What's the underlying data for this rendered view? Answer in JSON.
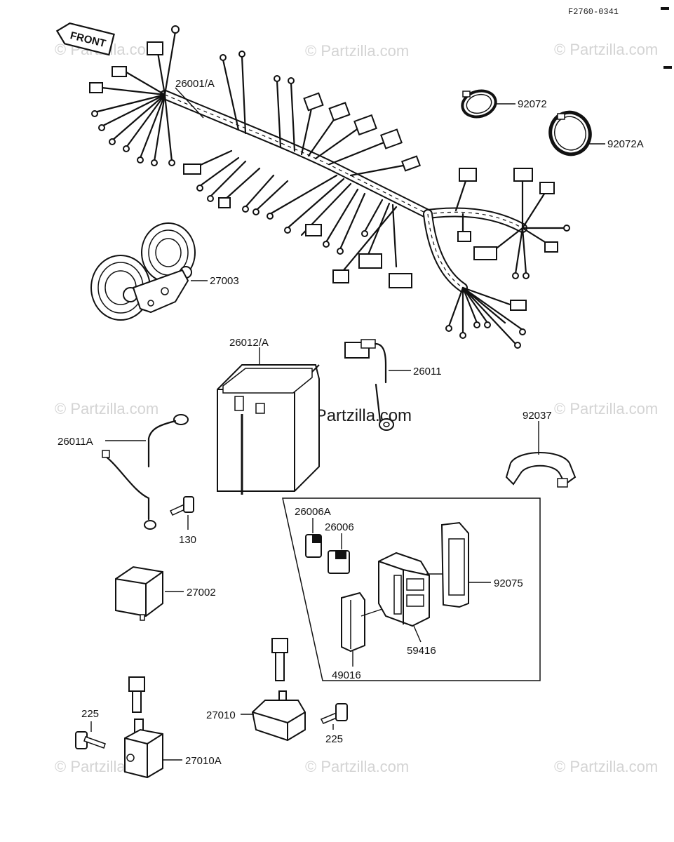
{
  "diagram_code": "F2760-0341",
  "front_label": "FRONT",
  "watermark": {
    "small": "© Partzilla.com",
    "center": "©Partzilla.com"
  },
  "callouts": {
    "harness": "26001/A",
    "clip_a": "92072",
    "clip_b": "92072A",
    "horn": "27003",
    "battery": "26012/A",
    "battery_lead": "26011",
    "ground_lead": "26011A",
    "clamp": "92037",
    "bolt_130": "130",
    "fuse_a": "26006A",
    "fuse_b": "26006",
    "relay": "27002",
    "fuse_cover": "92075",
    "junction_box": "59416",
    "bracket": "49016",
    "starter_relay": "27010",
    "bolt_225_right": "225",
    "bolt_225_left": "225",
    "starter_relay_a": "27010A"
  }
}
